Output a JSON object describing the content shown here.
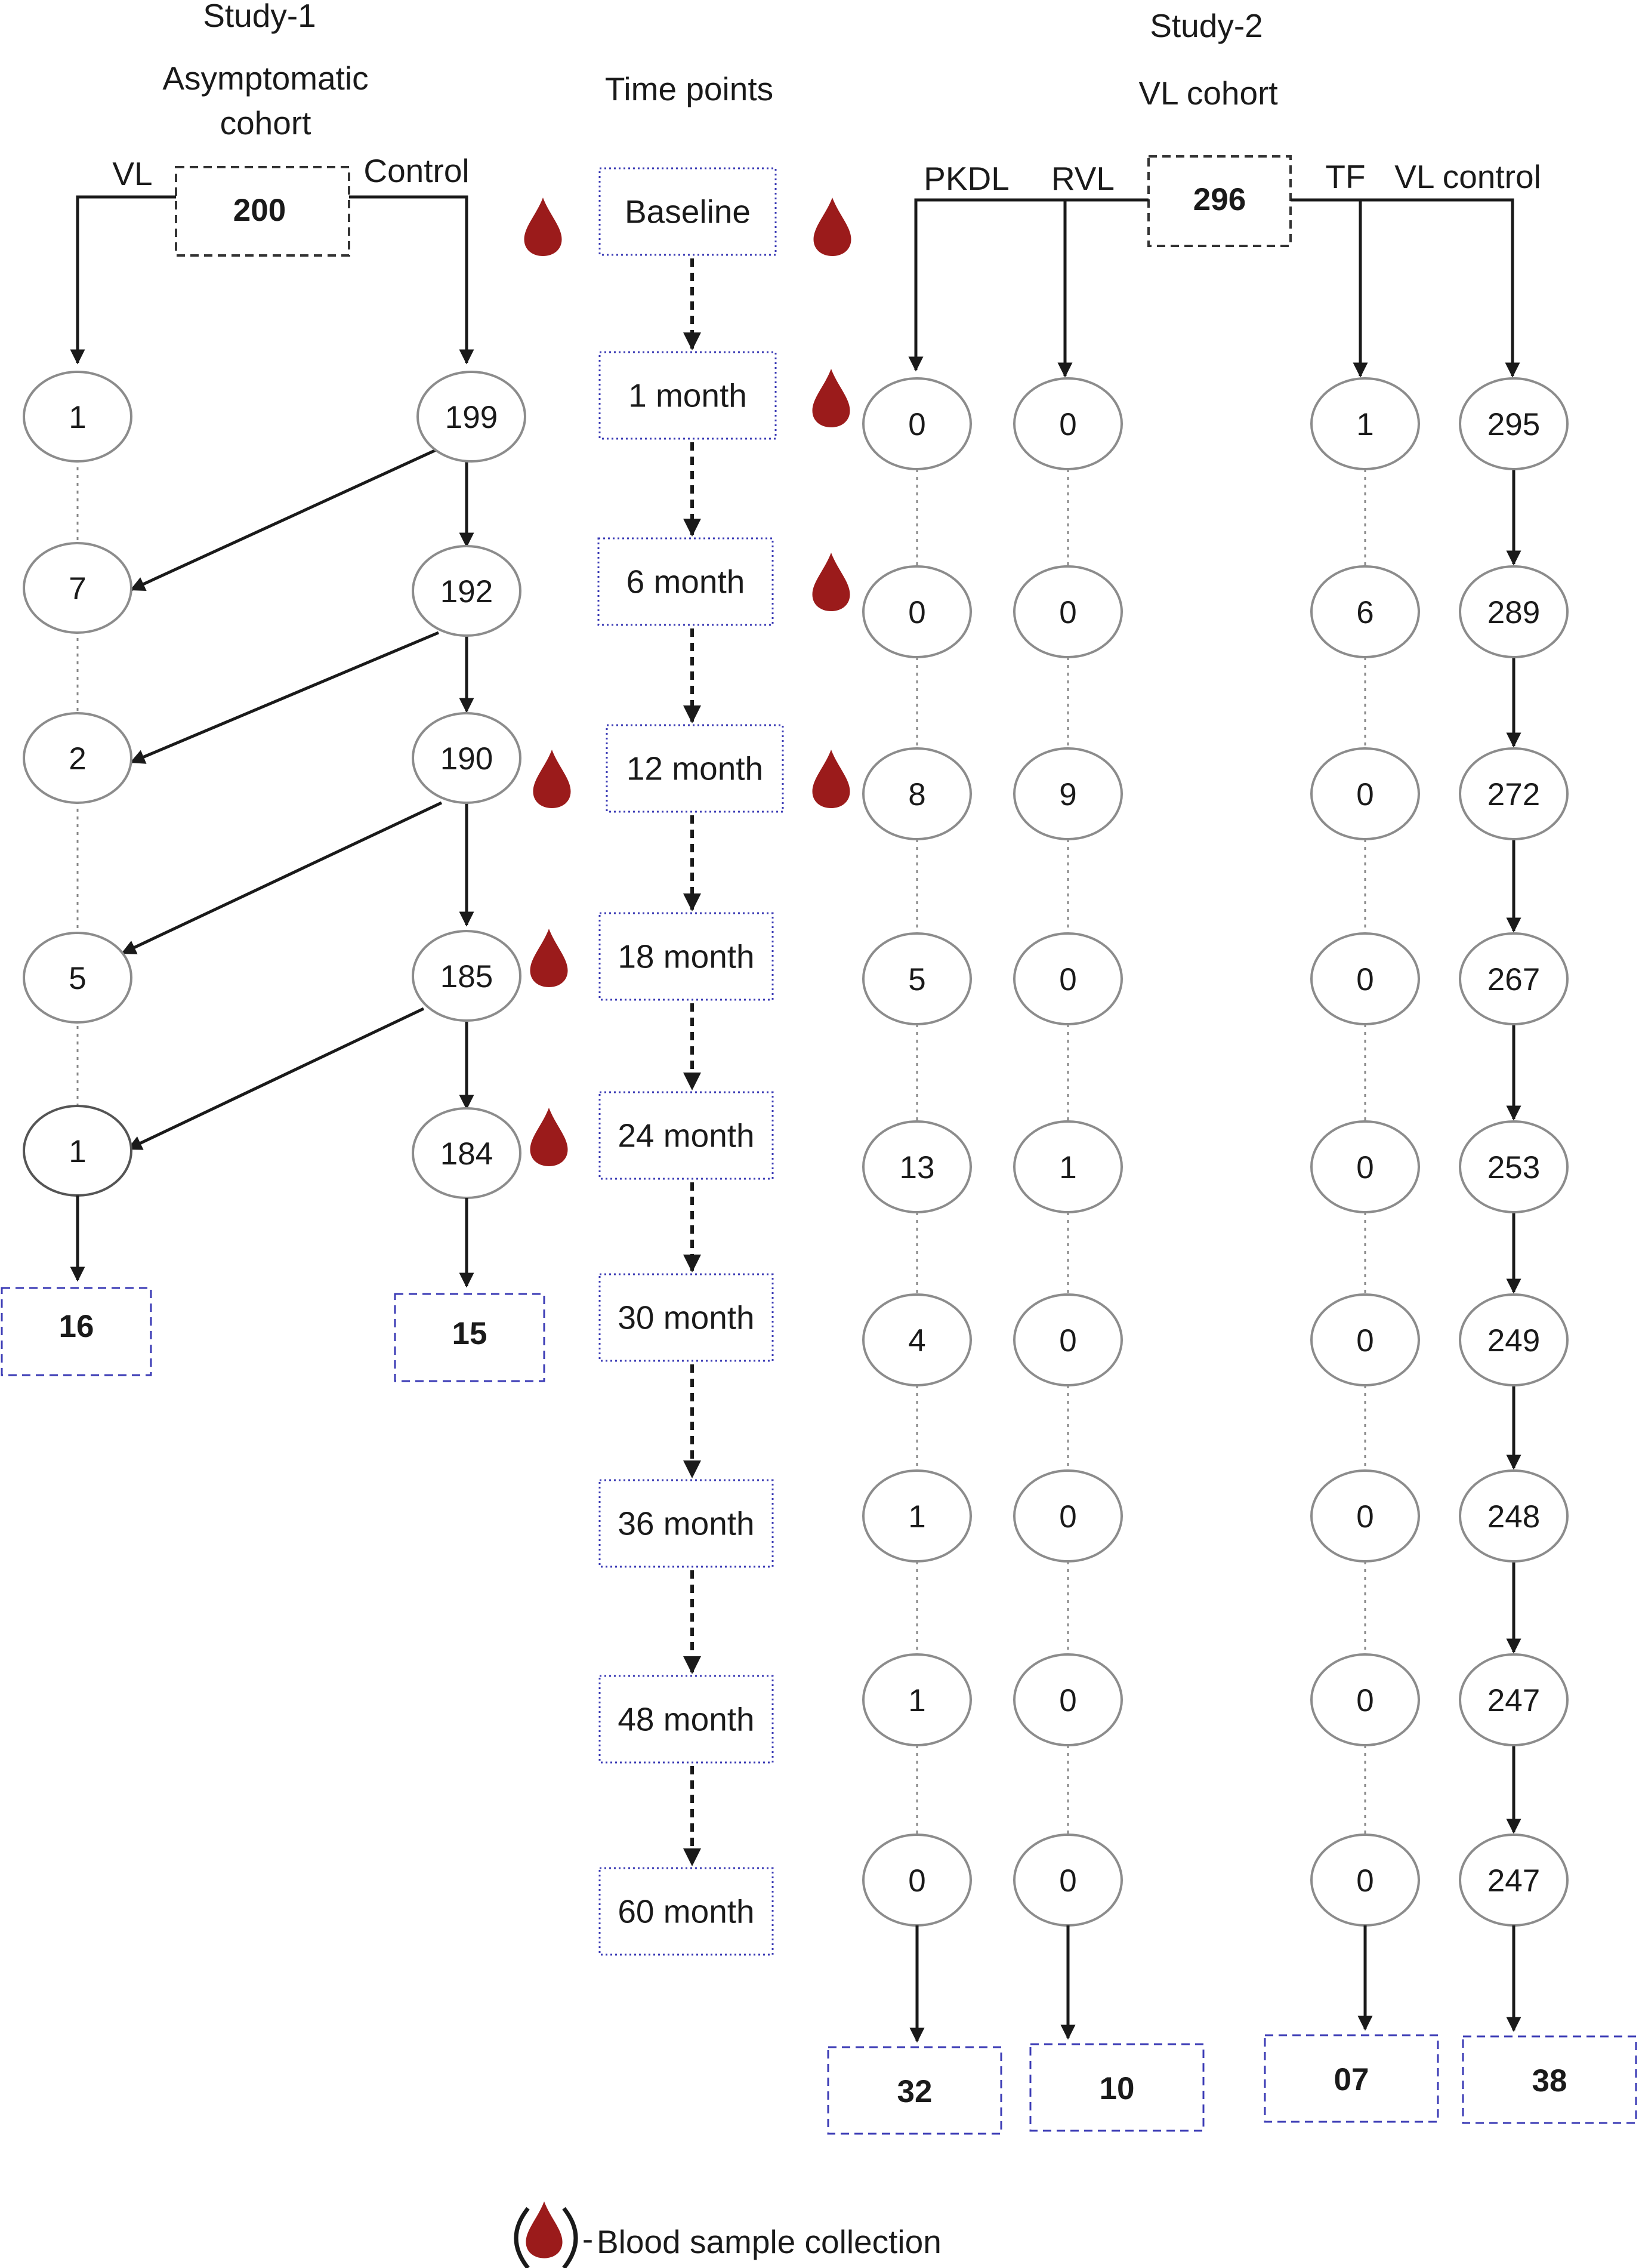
{
  "study1": {
    "title": "Study-1",
    "cohort_line1": "Asymptomatic",
    "cohort_line2": "cohort",
    "total": "200",
    "branch_left": "VL",
    "branch_right": "Control",
    "vl_nodes": [
      "1",
      "7",
      "2",
      "5",
      "1"
    ],
    "control_nodes": [
      "199",
      "192",
      "190",
      "185",
      "184"
    ],
    "vl_total": "16",
    "control_total": "15"
  },
  "timepoints": {
    "title": "Time points",
    "items": [
      "Baseline",
      "1 month",
      "6 month",
      "12 month",
      "18 month",
      "24 month",
      "30 month",
      "36 month",
      "48 month",
      "60 month"
    ]
  },
  "study2": {
    "title": "Study-2",
    "cohort": "VL cohort",
    "total": "296",
    "branch_pkdl": "PKDL",
    "branch_rvl": "RVL",
    "branch_tf": "TF",
    "branch_vlcontrol": "VL control",
    "pkdl_nodes": [
      "0",
      "0",
      "8",
      "5",
      "13",
      "4",
      "1",
      "1",
      "0"
    ],
    "rvl_nodes": [
      "0",
      "0",
      "9",
      "0",
      "1",
      "0",
      "0",
      "0",
      "0"
    ],
    "tf_nodes": [
      "1",
      "6",
      "0",
      "0",
      "0",
      "0",
      "0",
      "0",
      "0"
    ],
    "vlcontrol_nodes": [
      "295",
      "289",
      "272",
      "267",
      "253",
      "249",
      "248",
      "247",
      "247"
    ],
    "pkdl_total": "32",
    "rvl_total": "10",
    "tf_total": "07",
    "vlcontrol_total": "38"
  },
  "legend": {
    "text": "Blood sample collection",
    "dash": "-"
  },
  "colors": {
    "blood_drop": "#9b1b1b",
    "dotted_box": "#3b3bb5",
    "node_outline": "#8c8c8c",
    "arrow": "#1a1a1a"
  }
}
